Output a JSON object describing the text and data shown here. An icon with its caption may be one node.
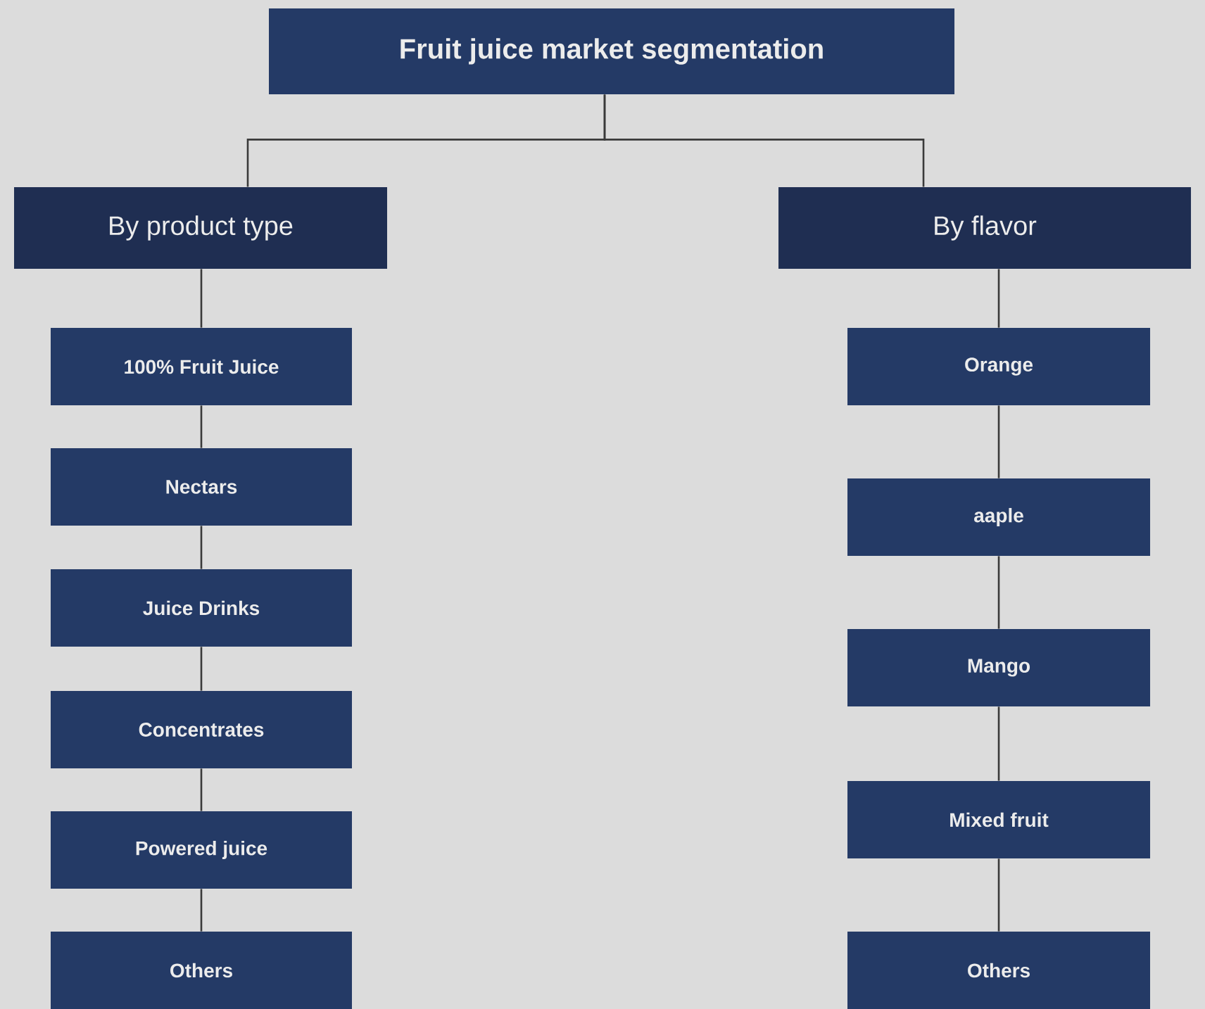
{
  "diagram": {
    "nodes": [
      {
        "text": [
          "Fruit juice market segmentation"
        ]
      },
      {
        "text": [
          "By product type"
        ]
      },
      {
        "text": [
          "By flavor"
        ]
      },
      {
        "text": [
          "100% Fruit Juice"
        ]
      },
      {
        "text": [
          "Nectars"
        ]
      },
      {
        "text": [
          "Juice Drinks"
        ]
      },
      {
        "text": [
          "Concentrates"
        ]
      },
      {
        "text": [
          "Powered juice"
        ]
      },
      {
        "text": [
          "Others"
        ]
      },
      {
        "text": [
          "Orange"
        ]
      },
      {
        "text": [
          "aaple"
        ]
      },
      {
        "text": [
          "Mango"
        ]
      },
      {
        "text": [
          "Mixed fruit"
        ]
      },
      {
        "text": [
          "Others"
        ]
      }
    ],
    "edges": [
      {
        "from": 0,
        "to": 1,
        "arrow": "none"
      },
      {
        "from": 0,
        "to": 2,
        "arrow": "none"
      },
      {
        "from": 1,
        "to": 3,
        "arrow": "none"
      },
      {
        "from": 3,
        "to": 4,
        "arrow": "none"
      },
      {
        "from": 4,
        "to": 5,
        "arrow": "none"
      },
      {
        "from": 5,
        "to": 6,
        "arrow": "none"
      },
      {
        "from": 6,
        "to": 7,
        "arrow": "none"
      },
      {
        "from": 7,
        "to": 8,
        "arrow": "none"
      },
      {
        "from": 2,
        "to": 9,
        "arrow": "none"
      },
      {
        "from": 9,
        "to": 10,
        "arrow": "none"
      },
      {
        "from": 10,
        "to": 11,
        "arrow": "none"
      },
      {
        "from": 11,
        "to": 12,
        "arrow": "none"
      },
      {
        "from": 12,
        "to": 13,
        "arrow": "none"
      }
    ]
  }
}
